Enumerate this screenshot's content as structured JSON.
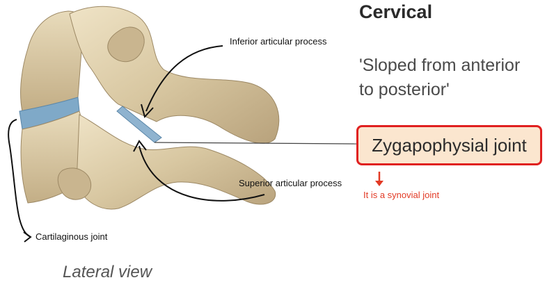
{
  "diagram": {
    "heading": "Cervical",
    "quote_line1": "'Sloped from anterior",
    "quote_line2": "to posterior'",
    "joint_box_label": "Zygapophysial joint",
    "note": "It is a synovial joint",
    "labels": {
      "inferior": "Inferior articular process",
      "superior": "Superior articular process",
      "cartilaginous": "Cartilaginous joint"
    },
    "view_caption": "Lateral view"
  },
  "colors": {
    "bone": "#d9c9a5",
    "bone_shadow": "#b9a580",
    "cartilage": "#7fa9c8",
    "accent_red": "#e02020",
    "box_fill": "#fbe6cf"
  }
}
